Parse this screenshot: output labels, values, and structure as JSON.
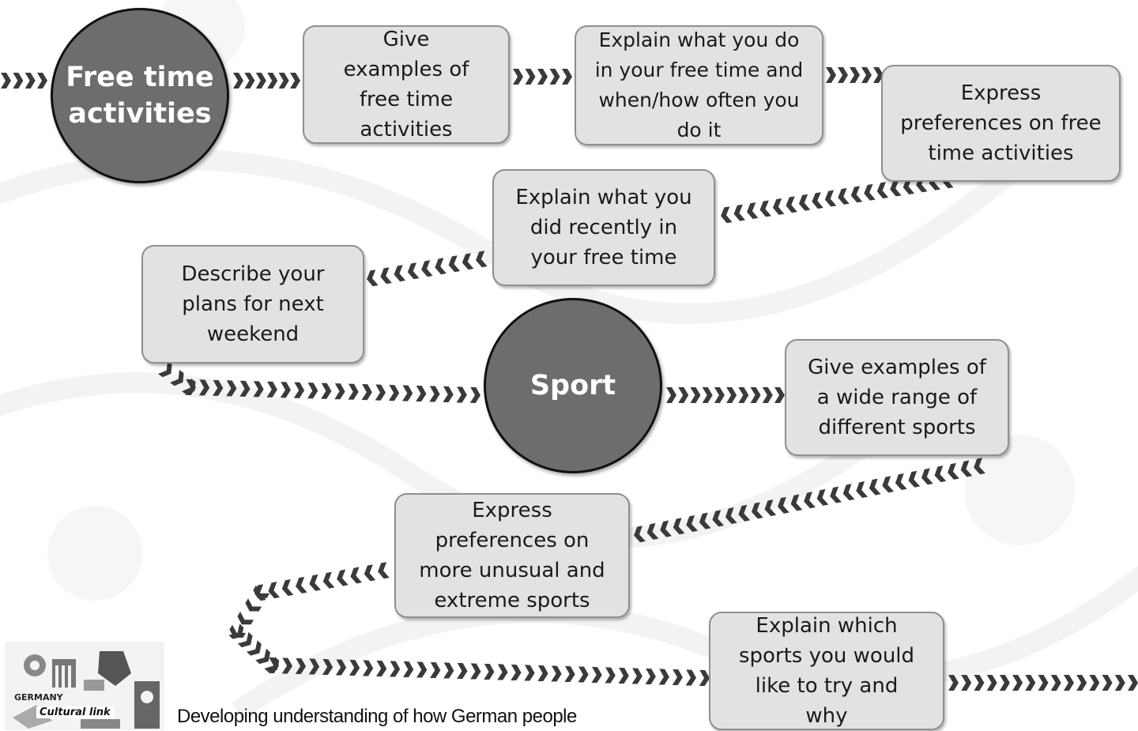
{
  "topics": {
    "free_time": "Free time activities",
    "sport": "Sport"
  },
  "steps": {
    "give_examples": "Give examples of free time activities",
    "explain_free_time": "Explain what you do in your free time and when/how often you do it",
    "express_preferences_free_time": "Express preferences on free time activities",
    "explain_recently": "Explain what you did recently in your free time",
    "describe_plans": "Describe your plans for next weekend",
    "give_examples_sports": "Give examples of a wide range of different sports",
    "express_preferences_sports": "Express preferences on more unusual and extreme sports",
    "explain_try_sports": "Explain which sports you would like to try and why"
  },
  "logo": {
    "country": "GERMANY",
    "link_text": "Cultural link"
  },
  "footer": "Developing understanding of how German people",
  "colors": {
    "circle_fill": "#6d6d6d",
    "box_fill": "#e2e2e2",
    "chevron": "#3a3a3a"
  }
}
